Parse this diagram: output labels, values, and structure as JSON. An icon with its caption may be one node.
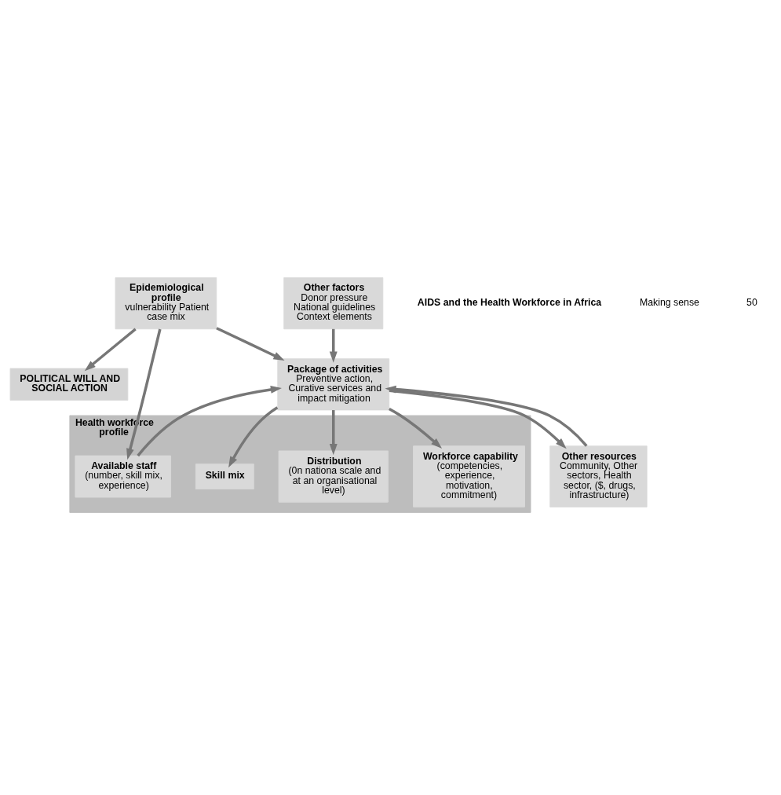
{
  "diagram": {
    "nodes": [
      {
        "text": [
          "POLITICAL WILL AND SOCIAL ACTION"
        ]
      },
      {
        "text": [
          "Health workforce profile"
        ]
      },
      {
        "text": [
          "Available staff",
          "(number, skill mix, experience)"
        ],
        "in": 1
      },
      {
        "text": [
          "Distribution",
          "(0n nationa scale and at an organisational level)"
        ],
        "in": 1
      },
      {
        "text": [
          "Skill mix"
        ],
        "in": 1
      },
      {
        "text": [
          "Workforce capability",
          "(competencies, experience, motivation, commitment)"
        ],
        "in": 1
      },
      {
        "text": [
          "Epidemiological profile",
          "vulnerability Patient case mix"
        ]
      },
      {
        "text": [
          "Other factors",
          "Donor pressure National guidelines Context elements"
        ]
      },
      {
        "text": [
          "Package of activities",
          "Preventive action, Curative services and impact mitigation"
        ]
      },
      {
        "text": [
          "Other resources",
          "Community, Other sectors, Health sector, ($, drugs, infrastructure)"
        ]
      }
    ],
    "edges": [
      {
        "from": 6,
        "to": 0,
        "arrow": "to"
      },
      {
        "from": 6,
        "to": 2,
        "arrow": "to"
      },
      {
        "from": 2,
        "to": 8,
        "arrow": "to"
      },
      {
        "from": 6,
        "to": 8,
        "arrow": "to"
      },
      {
        "from": 7,
        "to": 8,
        "arrow": "to"
      },
      {
        "from": 8,
        "to": 3,
        "arrow": "to"
      },
      {
        "from": 8,
        "to": 4,
        "arrow": "to"
      },
      {
        "from": 8,
        "to": 5,
        "arrow": "to"
      },
      {
        "from": 9,
        "to": 8,
        "arrow": "to"
      },
      {
        "from": 8,
        "to": 9,
        "arrow": "to"
      }
    ],
    "labels": [
      "AIDS and the Health Workforce in Africa",
      "Making sense",
      "50"
    ]
  }
}
